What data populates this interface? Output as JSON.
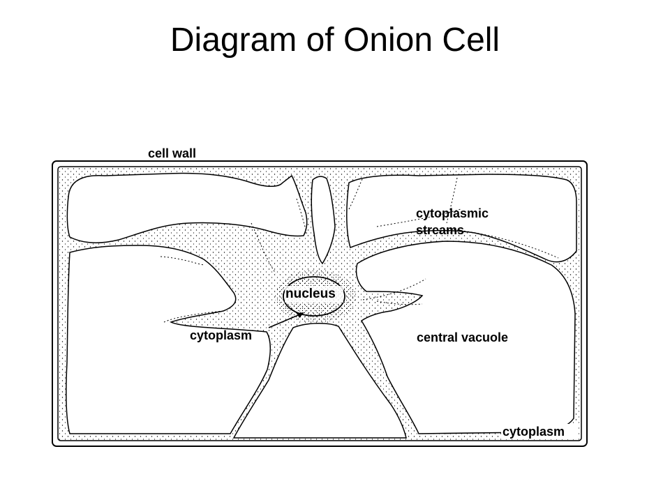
{
  "page": {
    "title": "Diagram of Onion Cell"
  },
  "diagram": {
    "labels": {
      "cell_wall": "cell wall",
      "cytoplasmic_streams_line1": "cytoplasmic",
      "cytoplasmic_streams_line2": "streams",
      "nucleus": "nucleus",
      "cytoplasm_left": "cytoplasm",
      "central_vacuole": "central vacuole",
      "cytoplasm_corner": "cytoplasm"
    },
    "colors": {
      "ink": "#000000",
      "background": "#ffffff"
    }
  }
}
